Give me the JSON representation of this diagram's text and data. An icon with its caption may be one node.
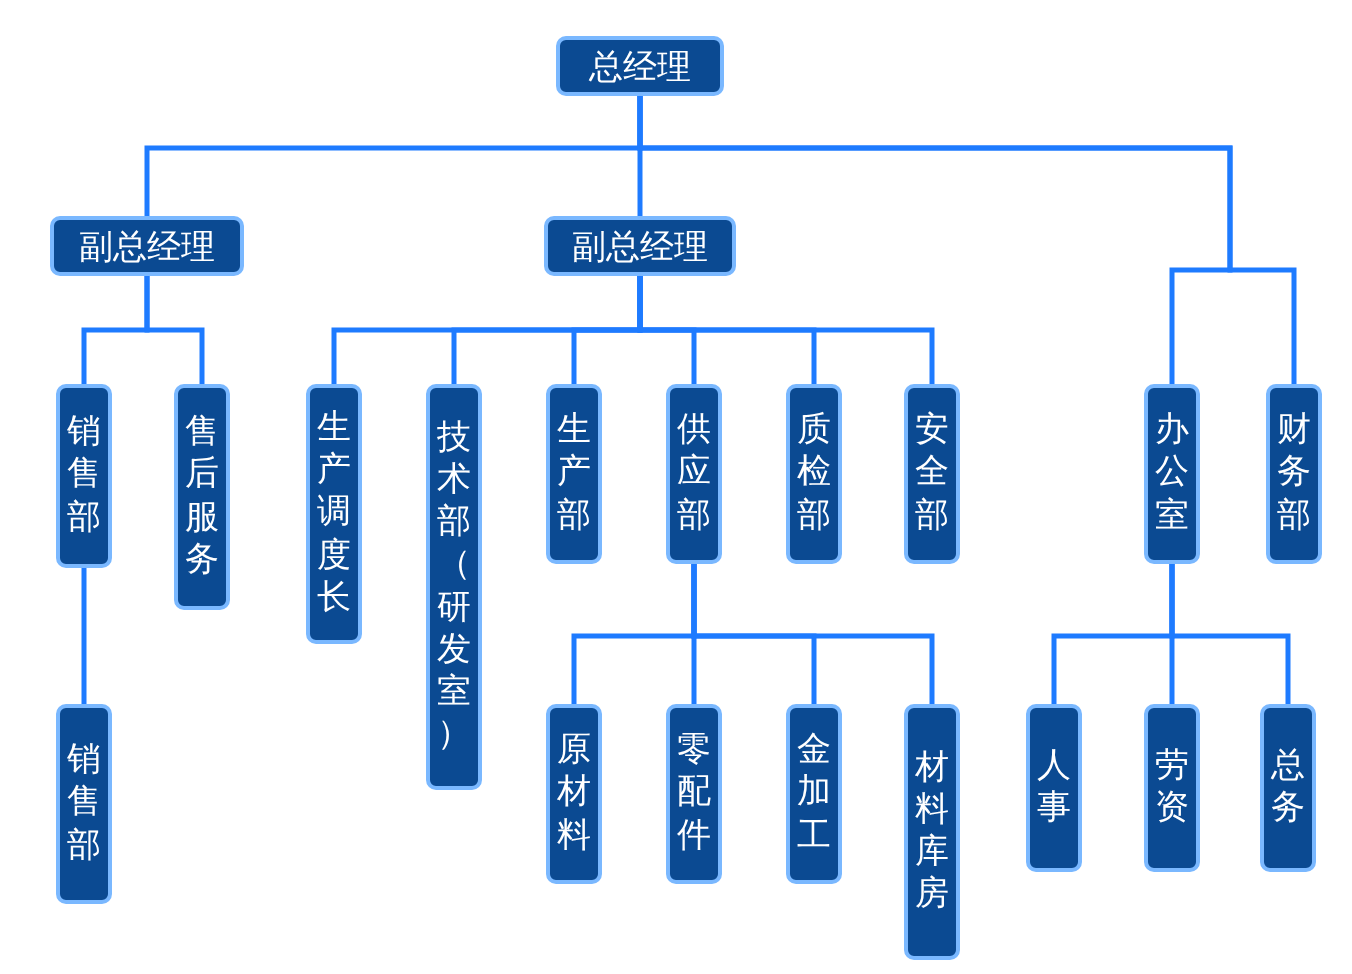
{
  "diagram": {
    "nodes": [
      {
        "text": [
          "总经理"
        ]
      },
      {
        "text": [
          "副总经理"
        ]
      },
      {
        "text": [
          "副总经理"
        ]
      },
      {
        "text": [
          "销售部"
        ]
      },
      {
        "text": [
          "售后服务"
        ]
      },
      {
        "text": [
          "生产调度长"
        ]
      },
      {
        "text": [
          "技术部（研发室）"
        ]
      },
      {
        "text": [
          "生产部"
        ]
      },
      {
        "text": [
          "供应部"
        ]
      },
      {
        "text": [
          "质检部"
        ]
      },
      {
        "text": [
          "安全部"
        ]
      },
      {
        "text": [
          "办公室"
        ]
      },
      {
        "text": [
          "财务部"
        ]
      },
      {
        "text": [
          "销售部"
        ]
      },
      {
        "text": [
          "原材料"
        ]
      },
      {
        "text": [
          "零配件"
        ]
      },
      {
        "text": [
          "金加工"
        ]
      },
      {
        "text": [
          "材料库房"
        ]
      },
      {
        "text": [
          "人事"
        ]
      },
      {
        "text": [
          "劳资"
        ]
      },
      {
        "text": [
          "总务"
        ]
      }
    ],
    "edges": [
      {
        "from": 0,
        "to": 1,
        "arrow": "none"
      },
      {
        "from": 0,
        "to": 2,
        "arrow": "none"
      },
      {
        "from": 0,
        "to": 11,
        "arrow": "none"
      },
      {
        "from": 0,
        "to": 12,
        "arrow": "none"
      },
      {
        "from": 1,
        "to": 3,
        "arrow": "none"
      },
      {
        "from": 1,
        "to": 4,
        "arrow": "none"
      },
      {
        "from": 2,
        "to": 5,
        "arrow": "none"
      },
      {
        "from": 2,
        "to": 6,
        "arrow": "none"
      },
      {
        "from": 2,
        "to": 7,
        "arrow": "none"
      },
      {
        "from": 2,
        "to": 8,
        "arrow": "none"
      },
      {
        "from": 2,
        "to": 9,
        "arrow": "none"
      },
      {
        "from": 2,
        "to": 10,
        "arrow": "none"
      },
      {
        "from": 3,
        "to": 13,
        "arrow": "none"
      },
      {
        "from": 8,
        "to": 14,
        "arrow": "none"
      },
      {
        "from": 8,
        "to": 15,
        "arrow": "none"
      },
      {
        "from": 8,
        "to": 16,
        "arrow": "none"
      },
      {
        "from": 8,
        "to": 17,
        "arrow": "none"
      },
      {
        "from": 11,
        "to": 18,
        "arrow": "none"
      },
      {
        "from": 11,
        "to": 19,
        "arrow": "none"
      },
      {
        "from": 11,
        "to": 20,
        "arrow": "none"
      }
    ]
  }
}
